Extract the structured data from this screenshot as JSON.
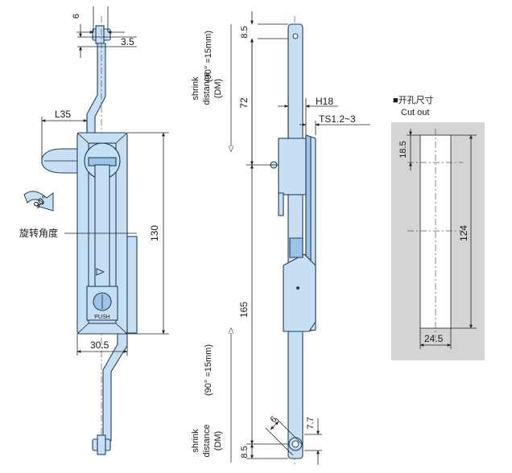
{
  "front_view": {
    "dim_hole_dia": "6",
    "dim_hook_offset": "3.5",
    "dim_handle_extension": "L35",
    "dim_height": "130",
    "dim_width": "30.5",
    "rotation_angle": "90°",
    "rotation_label": "旋转角度",
    "push_label": "PUSH"
  },
  "side_view": {
    "dim_top_margin": "8.5",
    "dim_upper_length": "72",
    "dim_handle_height": "H18",
    "dim_panel_thickness": "TS1.2~3",
    "dim_lower_length": "165",
    "dim_slot_width": "6",
    "dim_slot_offset": "7.7",
    "dim_bottom_margin": "8.5",
    "shrink_label_line1": "shrink",
    "shrink_label_line2": "distance",
    "shrink_label_line3": "(DM)",
    "shrink_value": "(90°  =15mm)"
  },
  "cutout": {
    "title_zh": "■开孔尺寸",
    "title_en": "Cut out",
    "dim_top": "18.5",
    "dim_height": "124",
    "dim_width": "24.5",
    "background_color": "#d4d4d4"
  }
}
